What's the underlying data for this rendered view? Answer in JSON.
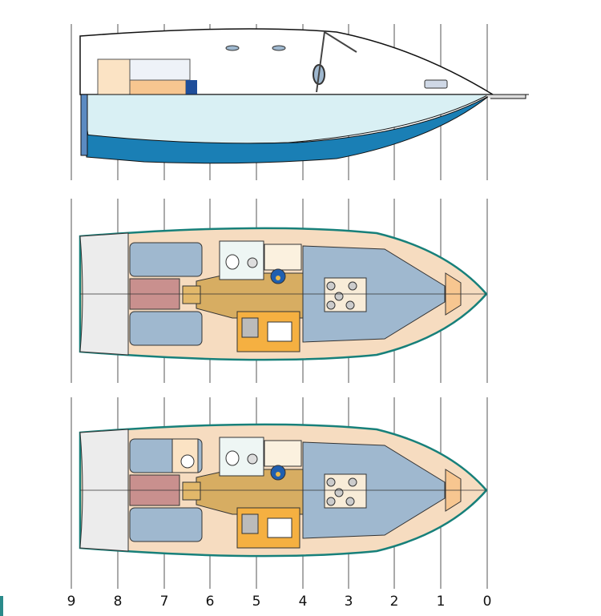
{
  "stations": [
    "9",
    "8",
    "7",
    "6",
    "5",
    "4",
    "3",
    "2",
    "1",
    "0"
  ],
  "colors": {
    "hull_blue": "#1a7fb5",
    "hull_light": "#d9f0f4",
    "deck_tan": "#f6dcc0",
    "cushion": "#9fb8cf",
    "sole_wood": "#d7ad62",
    "locker_red": "#c9908e",
    "cockpit_grey": "#ececec",
    "galley_orange": "#f5b041"
  }
}
